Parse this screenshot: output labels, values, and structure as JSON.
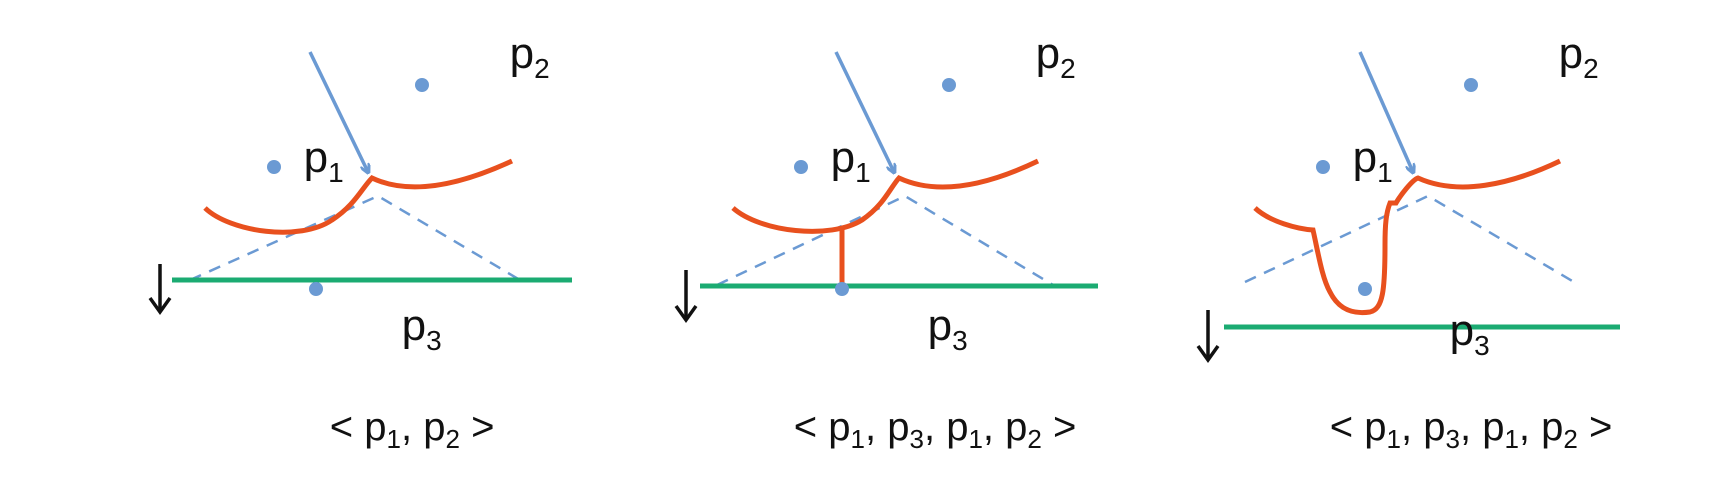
{
  "colors": {
    "beachline": "#e8501e",
    "sweepline": "#1bab72",
    "site": "#6b9ad3",
    "arrow": "#6b9ad3",
    "dashed": "#6b9ad3",
    "text": "#111111",
    "down_arrow": "#111111"
  },
  "panels": [
    {
      "labels": {
        "p1": {
          "base": "p",
          "sub": "1"
        },
        "p2": {
          "base": "p",
          "sub": "2"
        },
        "p3": {
          "base": "p",
          "sub": "3"
        }
      },
      "caption": {
        "open": "< ",
        "items": [
          {
            "base": "p",
            "sub": "1"
          },
          {
            "base": "p",
            "sub": "2"
          }
        ],
        "sep": ", ",
        "close": " >"
      }
    },
    {
      "labels": {
        "p1": {
          "base": "p",
          "sub": "1"
        },
        "p2": {
          "base": "p",
          "sub": "2"
        },
        "p3": {
          "base": "p",
          "sub": "3"
        }
      },
      "caption": {
        "open": "< ",
        "items": [
          {
            "base": "p",
            "sub": "1"
          },
          {
            "base": "p",
            "sub": "3"
          },
          {
            "base": "p",
            "sub": "1"
          },
          {
            "base": "p",
            "sub": "2"
          }
        ],
        "sep": ", ",
        "close": " >"
      }
    },
    {
      "labels": {
        "p1": {
          "base": "p",
          "sub": "1"
        },
        "p2": {
          "base": "p",
          "sub": "2"
        },
        "p3": {
          "base": "p",
          "sub": "3"
        }
      },
      "caption": {
        "open": "< ",
        "items": [
          {
            "base": "p",
            "sub": "1"
          },
          {
            "base": "p",
            "sub": "3"
          },
          {
            "base": "p",
            "sub": "1"
          },
          {
            "base": "p",
            "sub": "2"
          }
        ],
        "sep": ", ",
        "close": " >"
      }
    }
  ]
}
